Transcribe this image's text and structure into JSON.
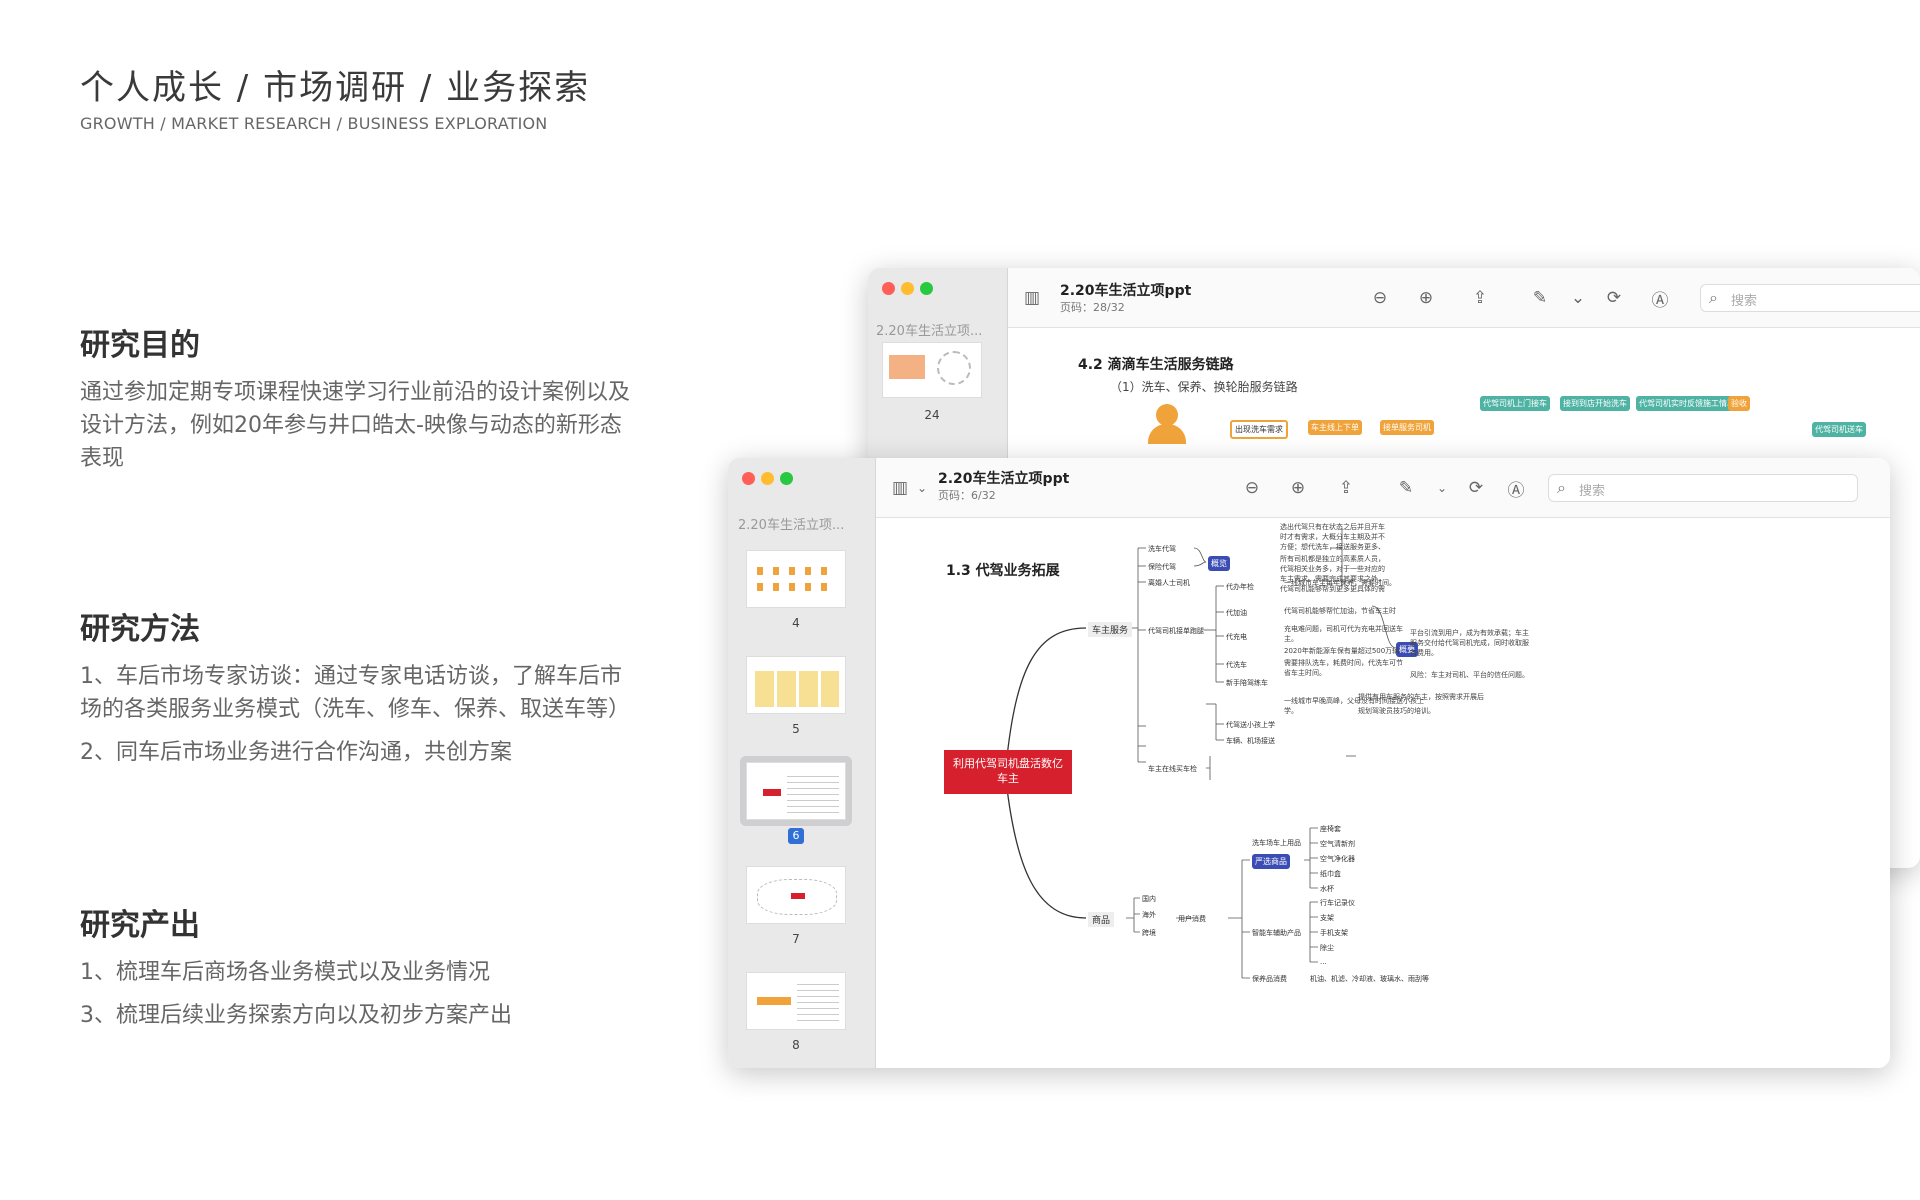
{
  "header": {
    "title": "个人成长 / 市场调研 / 业务探索",
    "subtitle": "GROWTH / MARKET RESEARCH / BUSINESS EXPLORATION"
  },
  "sections": [
    {
      "heading": "研究目的",
      "lines": [
        "通过参加定期专项课程快速学习行业前沿的设计案例以及",
        "设计方法，例如20年参与井口皓太-映像与动态的新形态",
        "表现"
      ]
    },
    {
      "heading": "研究方法",
      "lines": [
        "1、车后市场专家访谈：通过专家电话访谈，了解车后市",
        "场的各类服务业务模式（洗车、修车、保养、取送车等）",
        "2、同车后市场业务进行合作沟通，共创方案"
      ]
    },
    {
      "heading": "研究产出",
      "lines": [
        "1、梳理车后商场各业务模式以及业务情况",
        "3、梳理后续业务探索方向以及初步方案产出"
      ]
    }
  ],
  "back_window": {
    "filename": "2.20车生活立项ppt",
    "page": "页码：28/32",
    "sidebar_title": "2.20车生活立项...",
    "thumb_number": "24",
    "search_placeholder": "搜索",
    "slide_title": "4.2 滴滴车生活服务链路",
    "slide_subtitle": "（1）洗车、保养、换轮胎服务链路",
    "nodes": [
      "出现洗车需求",
      "车主线上下单",
      "接单服务司机",
      "代驾司机上门接车",
      "接到到店开始洗车",
      "代驾司机实时反馈施工情况",
      "验收",
      "代驾司机送车"
    ]
  },
  "front_window": {
    "filename": "2.20车生活立项ppt",
    "page": "页码：6/32",
    "sidebar_title": "2.20车生活立项...",
    "search_placeholder": "搜索",
    "thumbs": [
      "4",
      "5",
      "6",
      "7",
      "8"
    ],
    "slide_title": "1.3 代驾业务拓展",
    "root": "利用代驾司机盘活数亿车主",
    "branch_service": "车主服务",
    "branch_goods": "商品",
    "service_items": [
      "洗车代驾",
      "保险代驾",
      "离婚人士司机",
      "代驾司机接单跑腿",
      "代办年检",
      "代加油",
      "代充电",
      "代洗车",
      "新手陪驾练车",
      "代驾送小孩上学",
      "车主在线买车检",
      "车辆、机场接送"
    ],
    "chips": {
      "overview": "概览",
      "summary": "概要",
      "strict": "严选商品"
    },
    "notes": {
      "n1": "选出代驾只有在状态之后并且开车时才有需求，大概分车主期及并不方便；想代洗车，接送服务更多、更注重车主的时间，在条件的情况下才能足可以。",
      "n2": "所有司机都是独立的高素质人员，代驾相关业务多，对于一些对应的车主需求，需要完成其要求之外，代驾司机能够帮到更多更具体的需求。",
      "n3": "一线城市车主每年保养，需要时间。",
      "n4": "代驾司机能够帮忙加油，节省车主时间。",
      "n5": "充电难问题，司机可代为充电并回送车主。",
      "n6": "2020年新能源车保有量超过500万辆",
      "n7": "需要排队洗车，耗费时间，代洗车可节省车主时间。",
      "n8": "一线城市早晚高峰，父母没有时间接送小孩上学。",
      "n9": "提供有用车服务的车主，按照需求开展后续服务。",
      "n10": "规划驾驶员技巧的培训。",
      "n11": "平台引流到用户，成为有效承载；车主服务交付给代驾司机完成，同时收取服务费用。",
      "n12": "风险：车主对司机、平台的信任问题。"
    },
    "goods_channels": [
      "国内",
      "海外",
      "跨境"
    ],
    "goods_group1": "洗车场车上用品",
    "goods_group1_items": [
      "座椅套",
      "空气清新剂",
      "空气净化器",
      "纸巾盒",
      "水杯"
    ],
    "goods_group2": "智能车辅助产品",
    "goods_group2_items": [
      "行车记录仪",
      "支架",
      "手机支架",
      "除尘",
      "..."
    ],
    "goods_group3": "保养品消费",
    "goods_group3_text": "机油、机滤、冷却液、玻璃水、雨刮等",
    "goods_side": "用户消费"
  }
}
